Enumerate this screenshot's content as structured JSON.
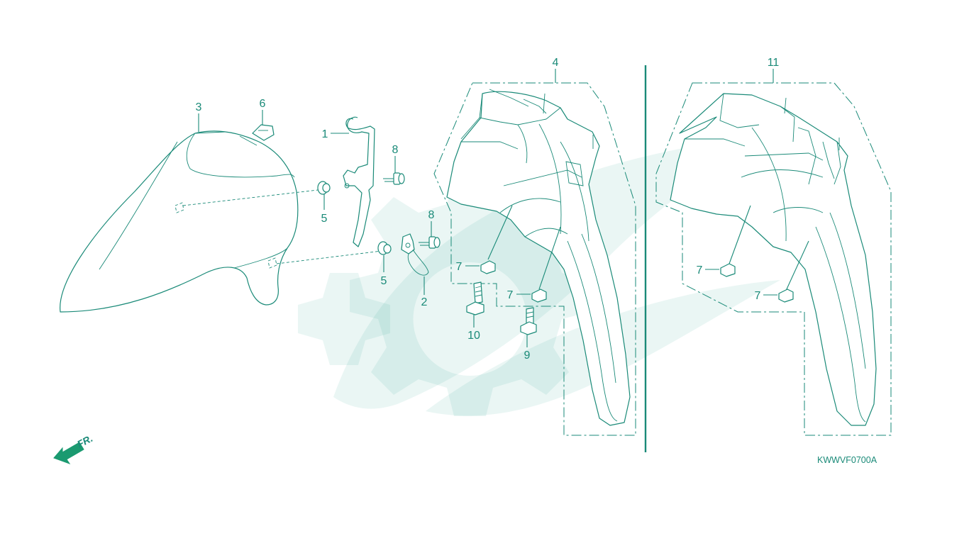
{
  "diagram": {
    "code": "KWWVF0700A",
    "direction_label": "FR.",
    "callouts": {
      "c1": "1",
      "c2": "2",
      "c3": "3",
      "c4": "4",
      "c5a": "5",
      "c5b": "5",
      "c6": "6",
      "c7a": "7",
      "c7b": "7",
      "c7c": "7",
      "c7d": "7",
      "c8a": "8",
      "c8b": "8",
      "c9": "9",
      "c10": "10",
      "c11": "11"
    }
  },
  "colors": {
    "line": "#1a8a78",
    "watermark": "#1a9a80",
    "arrow": "#1a9a70",
    "background": "#ffffff"
  }
}
